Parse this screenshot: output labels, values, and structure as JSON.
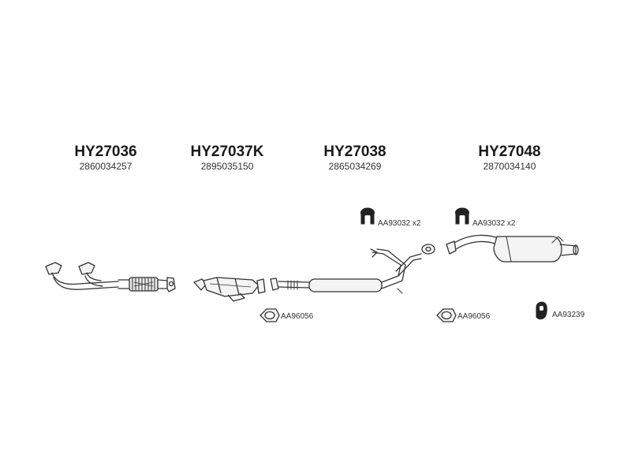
{
  "parts": [
    {
      "code": "HY27036",
      "number": "2860034257"
    },
    {
      "code": "HY27037K",
      "number": "2895035150"
    },
    {
      "code": "HY27038",
      "number": "2865034269"
    },
    {
      "code": "HY27048",
      "number": "2870034140"
    }
  ],
  "accessories": [
    {
      "label": "AA93032 x2",
      "icon": "rubber-hanger-icon"
    },
    {
      "label": "AA93032 x2",
      "icon": "rubber-hanger-icon"
    },
    {
      "label": "AA96056",
      "icon": "gasket-ring-icon"
    },
    {
      "label": "AA96056",
      "icon": "gasket-ring-icon"
    },
    {
      "label": "AA93239",
      "icon": "rubber-mount-icon"
    }
  ],
  "colors": {
    "line": "#333333",
    "fill": "#f4f4f4",
    "dark": "#222222"
  }
}
